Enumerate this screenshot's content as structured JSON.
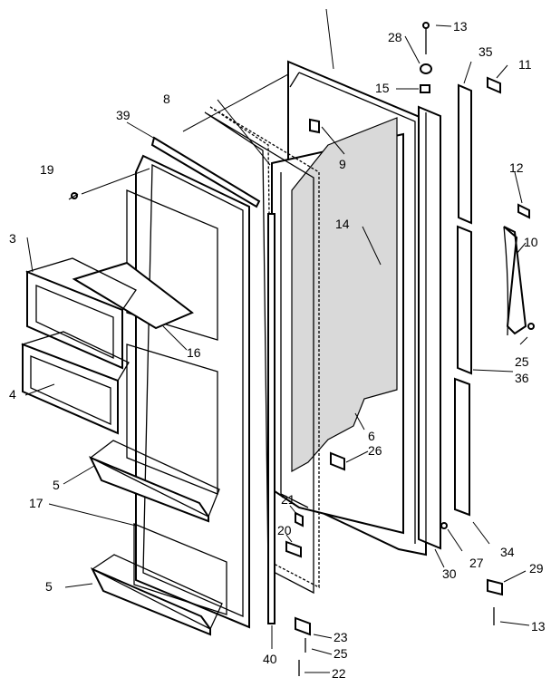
{
  "diagram": {
    "callouts": [
      {
        "id": "c13a",
        "text": "13"
      },
      {
        "id": "c28",
        "text": "28"
      },
      {
        "id": "c35",
        "text": "35"
      },
      {
        "id": "c11",
        "text": "11"
      },
      {
        "id": "c15",
        "text": "15"
      },
      {
        "id": "c8",
        "text": "8"
      },
      {
        "id": "c39",
        "text": "39"
      },
      {
        "id": "c9",
        "text": "9"
      },
      {
        "id": "c19",
        "text": "19"
      },
      {
        "id": "c12",
        "text": "12"
      },
      {
        "id": "c14",
        "text": "14"
      },
      {
        "id": "c10",
        "text": "10"
      },
      {
        "id": "c3",
        "text": "3"
      },
      {
        "id": "c16",
        "text": "16"
      },
      {
        "id": "c25a",
        "text": "25"
      },
      {
        "id": "c36",
        "text": "36"
      },
      {
        "id": "c4",
        "text": "4"
      },
      {
        "id": "c6",
        "text": "6"
      },
      {
        "id": "c26",
        "text": "26"
      },
      {
        "id": "c5a",
        "text": "5"
      },
      {
        "id": "c17",
        "text": "17"
      },
      {
        "id": "c21",
        "text": "21"
      },
      {
        "id": "c20",
        "text": "20"
      },
      {
        "id": "c27",
        "text": "27"
      },
      {
        "id": "c34",
        "text": "34"
      },
      {
        "id": "c30",
        "text": "30"
      },
      {
        "id": "c29",
        "text": "29"
      },
      {
        "id": "c5b",
        "text": "5"
      },
      {
        "id": "c13b",
        "text": "13"
      },
      {
        "id": "c23",
        "text": "23"
      },
      {
        "id": "c40",
        "text": "40"
      },
      {
        "id": "c25b",
        "text": "25"
      },
      {
        "id": "c22",
        "text": "22"
      }
    ]
  }
}
